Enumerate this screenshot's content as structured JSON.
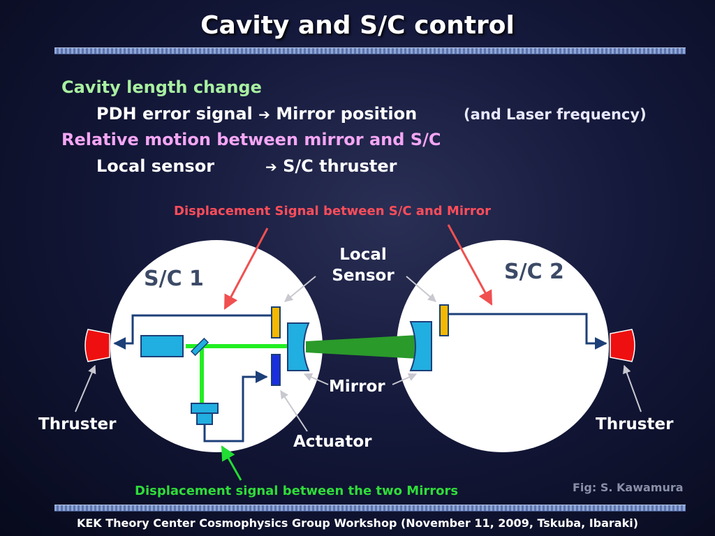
{
  "slide": {
    "title": "Cavity and S/C control",
    "bullets": {
      "b1": "Cavity length change",
      "b1_sub_a": "PDH error signal",
      "b1_sub_b": "Mirror position",
      "b1_sub_c": "(and Laser frequency)",
      "b2": "Relative motion between mirror and S/C",
      "b2_sub_a": "Local sensor",
      "b2_sub_b": "S/C thruster",
      "arrow": "➔"
    },
    "diagram": {
      "label_top": "Displacement Signal between S/C and Mirror",
      "label_bottom": "Displacement signal between the two Mirrors",
      "sc1": "S/C 1",
      "sc2": "S/C 2",
      "local_sensor_1": "Local",
      "local_sensor_2": "Sensor",
      "mirror": "Mirror",
      "actuator": "Actuator",
      "thruster_left": "Thruster",
      "thruster_right": "Thruster"
    },
    "credit": "Fig: S. Kawamura",
    "footer": "KEK Theory Center Cosmophysics Group Workshop (November 11, 2009, Tskuba, Ibaraki)"
  },
  "colors": {
    "beam": "#22ee22",
    "wire": "#1c3f78",
    "sensor": "#f5b800",
    "actuator": "#1a2fe0",
    "optic": "#21aee0",
    "thruster": "#ee1010",
    "red_pointer": "#f05050",
    "green_pointer": "#22dd33"
  }
}
